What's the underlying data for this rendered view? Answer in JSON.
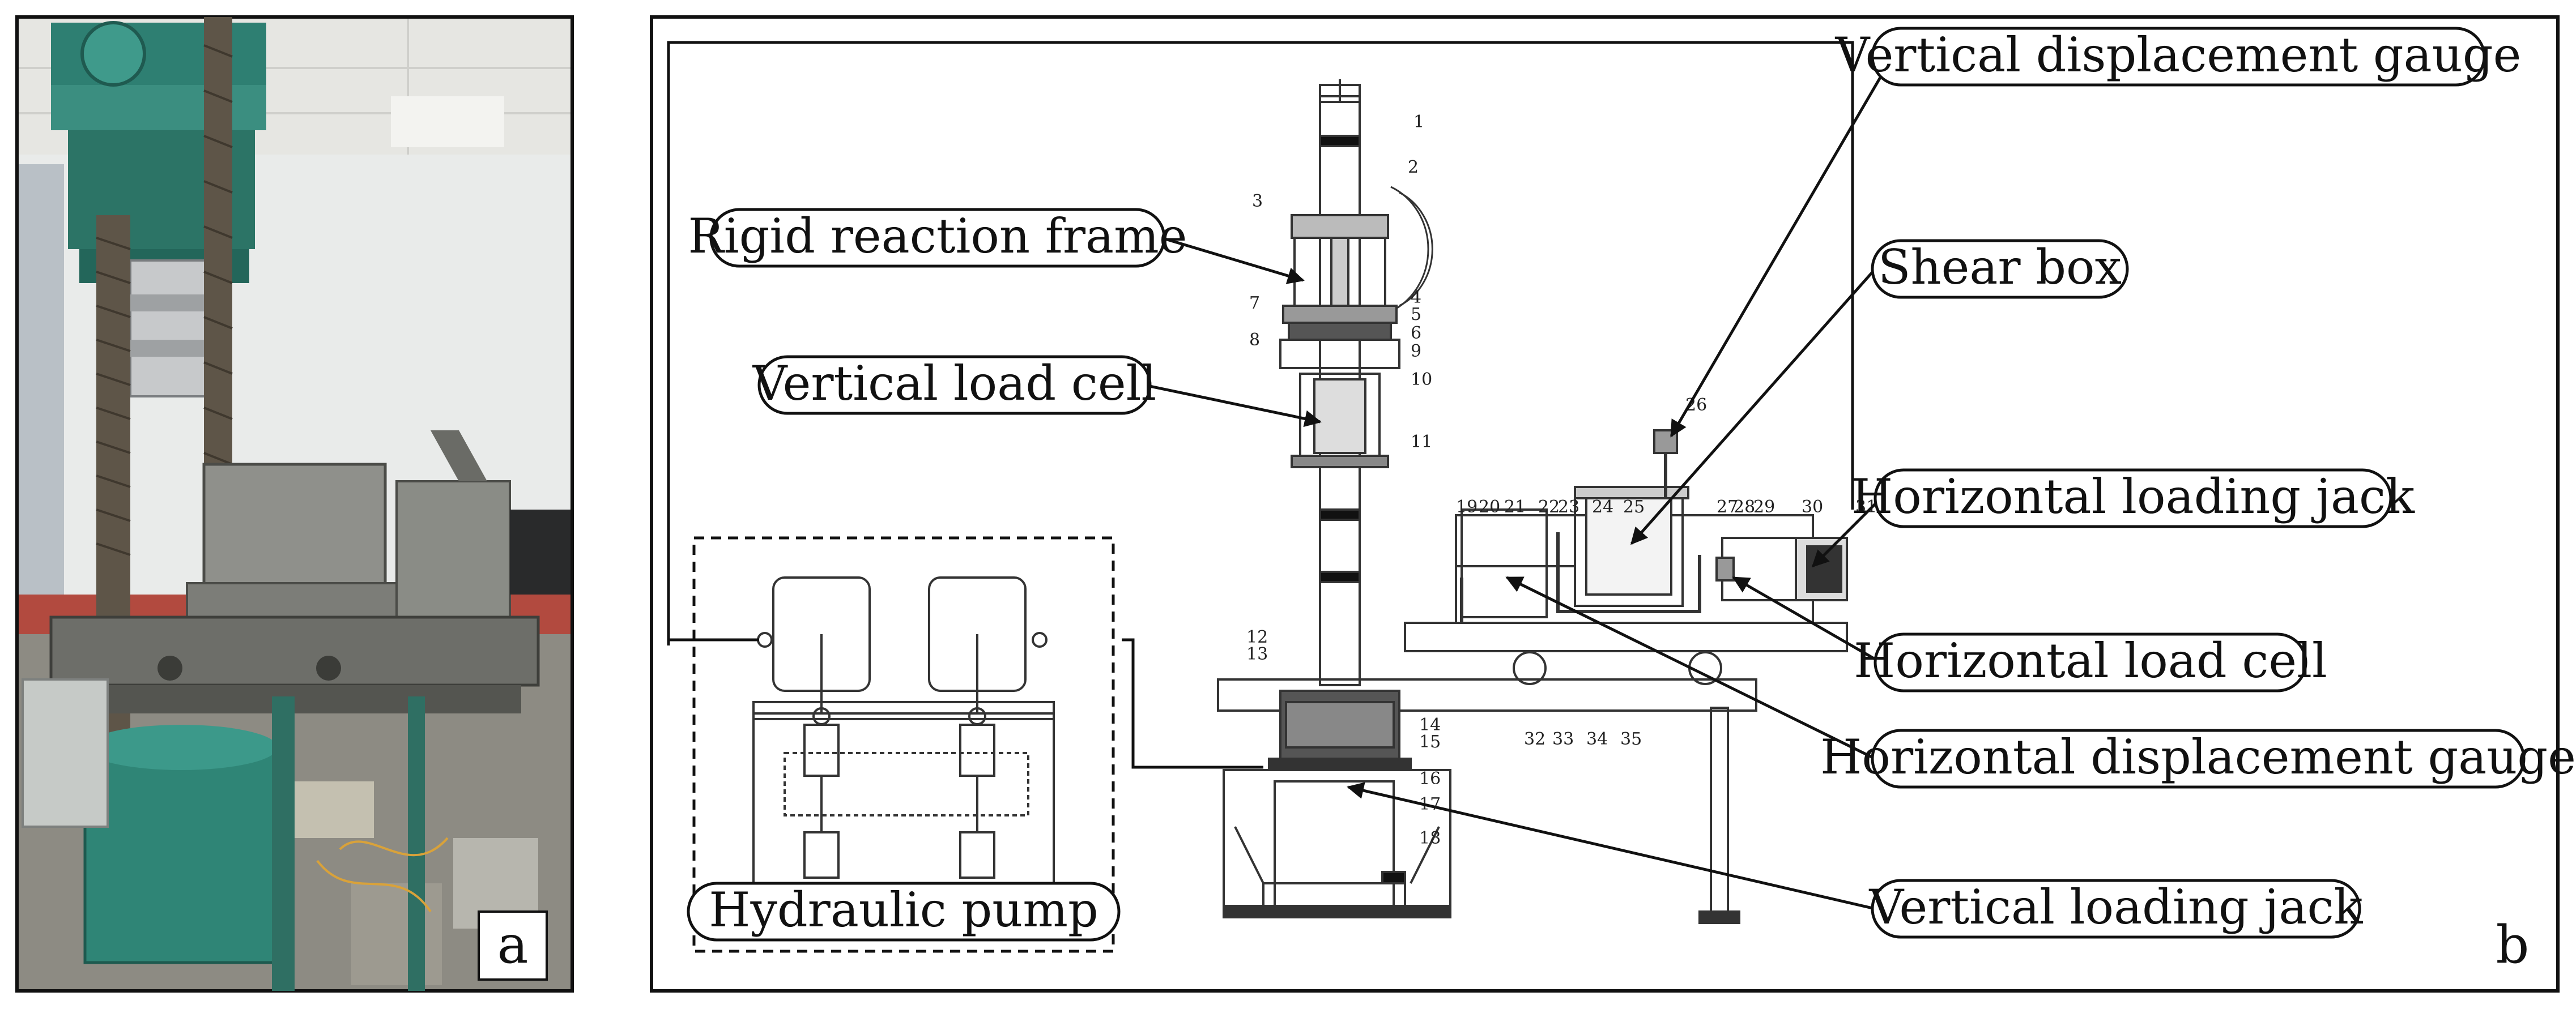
{
  "figure": {
    "panel_a": {
      "letter": "a",
      "photo_description_icon": "photo-test-machine"
    },
    "panel_b": {
      "letter": "b",
      "callouts": {
        "vertical_displacement_gauge": "Vertical displacement gauge",
        "rigid_reaction_frame": "Rigid reaction frame",
        "shear_box": "Shear box",
        "vertical_load_cell": "Vertical load cell",
        "horizontal_loading_jack": "Horizontal loading jack",
        "horizontal_load_cell": "Horizontal load cell",
        "horizontal_displacement_gauge": "Horizontal displacement gauge",
        "vertical_loading_jack": "Vertical loading jack",
        "hydraulic_pump": "Hydraulic pump"
      },
      "part_numbers": [
        "1",
        "2",
        "3",
        "4",
        "5",
        "6",
        "7",
        "8",
        "9",
        "10",
        "11",
        "12",
        "13",
        "14",
        "15",
        "16",
        "17",
        "18",
        "19",
        "20",
        "21",
        "22",
        "23",
        "24",
        "25",
        "26",
        "27",
        "28",
        "29",
        "30",
        "31",
        "32",
        "33",
        "34",
        "35"
      ]
    }
  }
}
